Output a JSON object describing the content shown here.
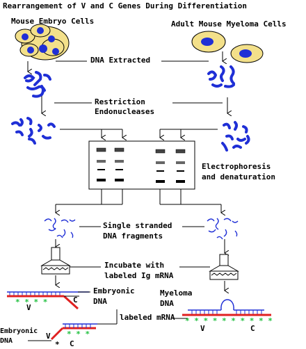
{
  "title": "Rearrangement of V and C Genes During Differentiation",
  "sources": {
    "left": "Mouse Embryo Cells",
    "right": "Adult Mouse Myeloma Cells"
  },
  "steps": {
    "extract": "DNA Extracted",
    "restriction_line1": "Restriction",
    "restriction_line2": "Endonucleases",
    "electro_line1": "Electrophoresis",
    "electro_line2": "and denaturation",
    "fragments_line1": "Single stranded",
    "fragments_line2": "DNA fragments",
    "incubate_line1": "Incubate with",
    "incubate_line2": "labeled Ig mRNA"
  },
  "results": {
    "embryonic_line1": "Embryonic",
    "embryonic_line2": "DNA",
    "myeloma_line1": "Myeloma",
    "myeloma_line2": "DNA",
    "labeled_mrna": "labeled mRNA",
    "embryonic2_line1": "Embryonic",
    "embryonic2_line2": "DNA",
    "gene_v": "V",
    "gene_c": "C",
    "asterisk": "*"
  },
  "colors": {
    "cell_fill": "#f3e08a",
    "nucleus": "#1f2fd6",
    "dna": "#1f2fd6",
    "mrna": "#e02020",
    "label_star": "#22c040"
  }
}
